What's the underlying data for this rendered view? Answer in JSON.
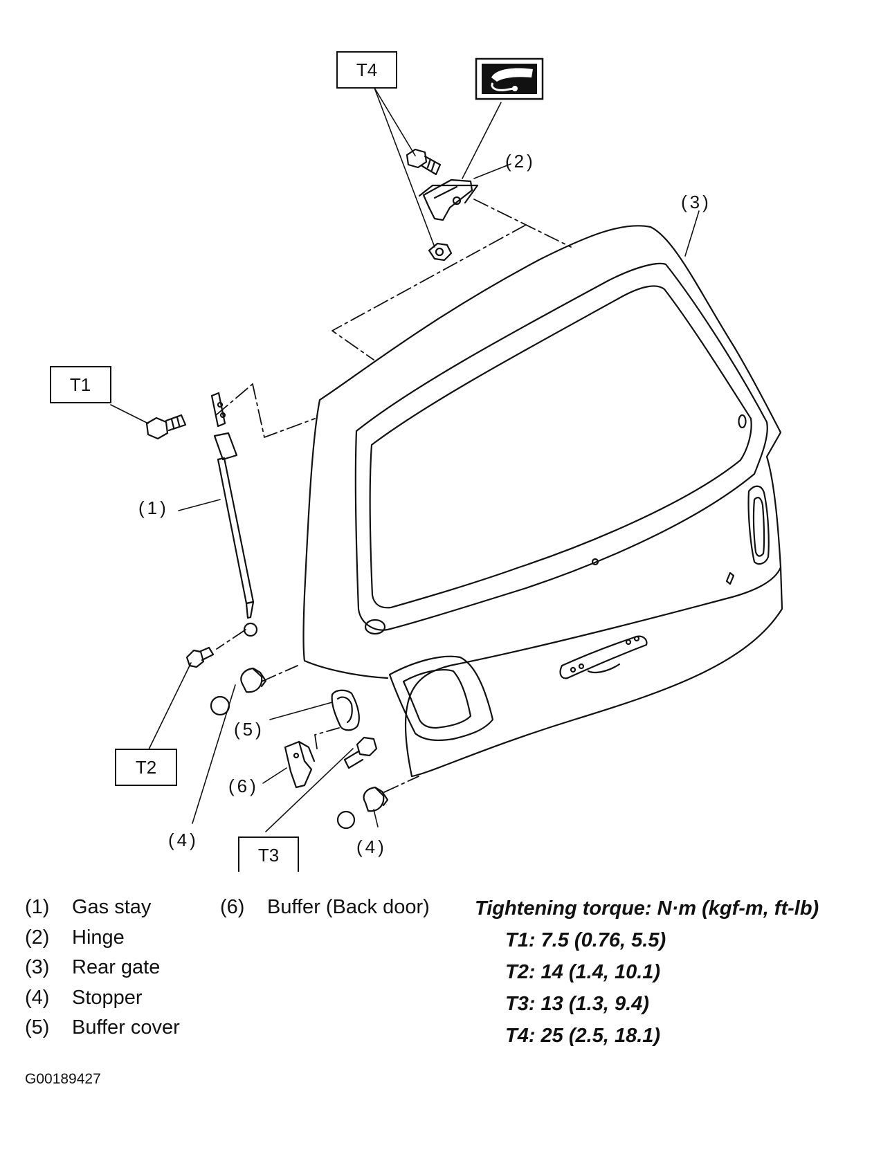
{
  "callouts": {
    "c1": "(1)",
    "c2": "(2)",
    "c3": "(3)",
    "c4a": "(4)",
    "c4b": "(4)",
    "c5": "(5)",
    "c6": "(6)"
  },
  "torque_boxes": {
    "t1": "T1",
    "t2": "T2",
    "t3": "T3",
    "t4": "T4"
  },
  "icons": {
    "grease": "grease-gun-icon"
  },
  "legend_left": [
    {
      "num": "(1)",
      "label": "Gas stay"
    },
    {
      "num": "(2)",
      "label": "Hinge"
    },
    {
      "num": "(3)",
      "label": "Rear gate"
    },
    {
      "num": "(4)",
      "label": "Stopper"
    },
    {
      "num": "(5)",
      "label": "Buffer cover"
    }
  ],
  "legend_mid": [
    {
      "num": "(6)",
      "label": "Buffer (Back door)"
    }
  ],
  "torque": {
    "heading": "Tightening torque: N·m (kgf-m, ft-lb)",
    "values": [
      "T1: 7.5 (0.76, 5.5)",
      "T2: 14 (1.4, 10.1)",
      "T3: 13 (1.3, 9.4)",
      "T4: 25 (2.5, 18.1)"
    ]
  },
  "figure_code": "G00189427"
}
